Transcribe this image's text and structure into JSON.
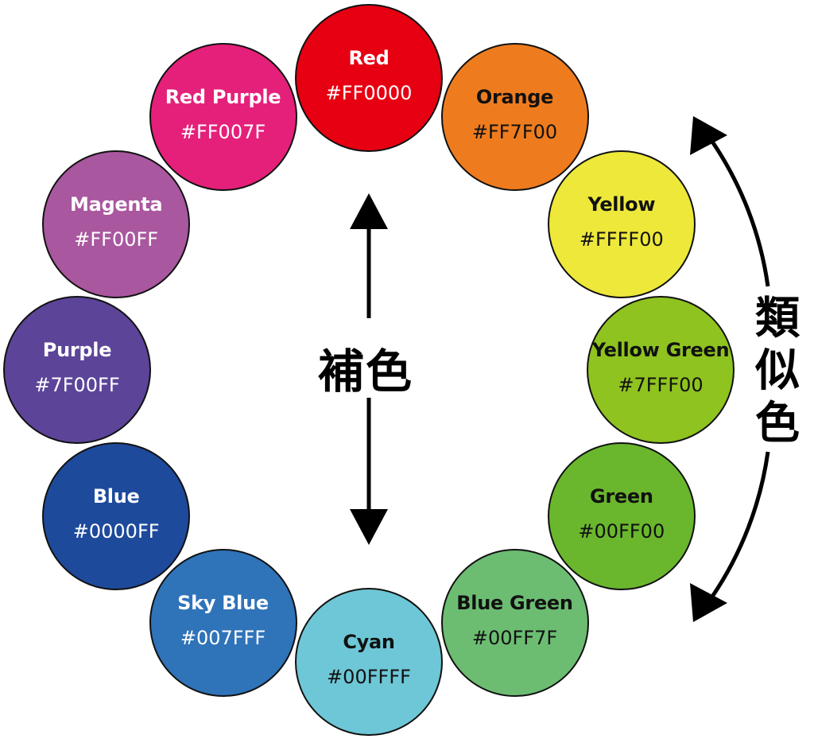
{
  "colors": [
    {
      "name": "Red",
      "hex": "#FF0000",
      "fill": "#E60012",
      "text": "#ffffff"
    },
    {
      "name": "Orange",
      "hex": "#FF7F00",
      "fill": "#EE7C1F",
      "text": "#111111"
    },
    {
      "name": "Yellow",
      "hex": "#FFFF00",
      "fill": "#EDE83A",
      "text": "#111111"
    },
    {
      "name": "Yellow Green",
      "hex": "#7FFF00",
      "fill": "#8FC31F",
      "text": "#111111"
    },
    {
      "name": "Green",
      "hex": "#00FF00",
      "fill": "#6AB72E",
      "text": "#111111"
    },
    {
      "name": "Blue Green",
      "hex": "#00FF7F",
      "fill": "#6CBD72",
      "text": "#111111"
    },
    {
      "name": "Cyan",
      "hex": "#00FFFF",
      "fill": "#6EC7D6",
      "text": "#111111"
    },
    {
      "name": "Sky Blue",
      "hex": "#007FFF",
      "fill": "#2F73B9",
      "text": "#ffffff"
    },
    {
      "name": "Blue",
      "hex": "#0000FF",
      "fill": "#1E4A9C",
      "text": "#ffffff"
    },
    {
      "name": "Purple",
      "hex": "#7F00FF",
      "fill": "#5C4499",
      "text": "#ffffff"
    },
    {
      "name": "Magenta",
      "hex": "#FF00FF",
      "fill": "#A9579F",
      "text": "#ffffff"
    },
    {
      "name": "Red Purple",
      "hex": "#FF007F",
      "fill": "#E5207A",
      "text": "#ffffff"
    }
  ],
  "labels": {
    "complementary": "補色",
    "analogous": "類似色"
  }
}
